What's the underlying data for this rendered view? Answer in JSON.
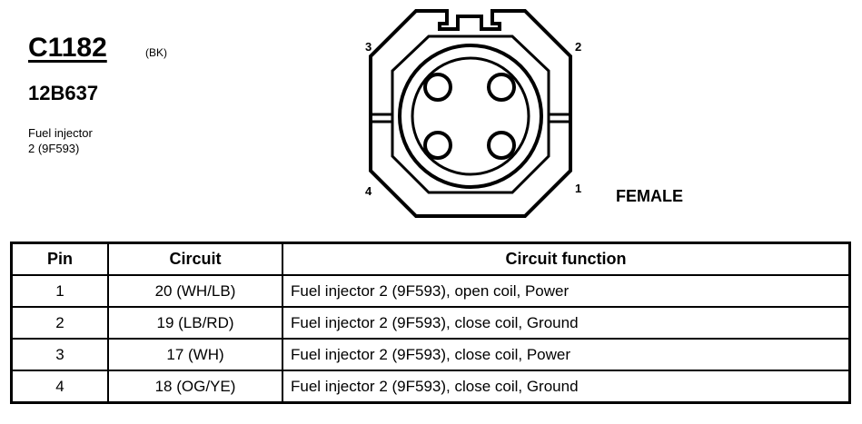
{
  "connector": {
    "id": "C1182",
    "color_code": "(BK)",
    "part_number": "12B637",
    "description_line1": "Fuel injector",
    "description_line2": "2 (9F593)"
  },
  "diagram": {
    "pin_labels": {
      "p1": "1",
      "p2": "2",
      "p3": "3",
      "p4": "4"
    },
    "gender": "FEMALE"
  },
  "table": {
    "headers": {
      "pin": "Pin",
      "circuit": "Circuit",
      "function": "Circuit function"
    },
    "rows": [
      {
        "pin": "1",
        "circuit": "20 (WH/LB)",
        "function": "Fuel injector 2 (9F593), open coil, Power"
      },
      {
        "pin": "2",
        "circuit": "19 (LB/RD)",
        "function": "Fuel injector 2 (9F593), close coil, Ground"
      },
      {
        "pin": "3",
        "circuit": "17 (WH)",
        "function": "Fuel injector 2 (9F593), close coil, Power"
      },
      {
        "pin": "4",
        "circuit": "18 (OG/YE)",
        "function": "Fuel injector 2 (9F593), close coil, Ground"
      }
    ]
  }
}
